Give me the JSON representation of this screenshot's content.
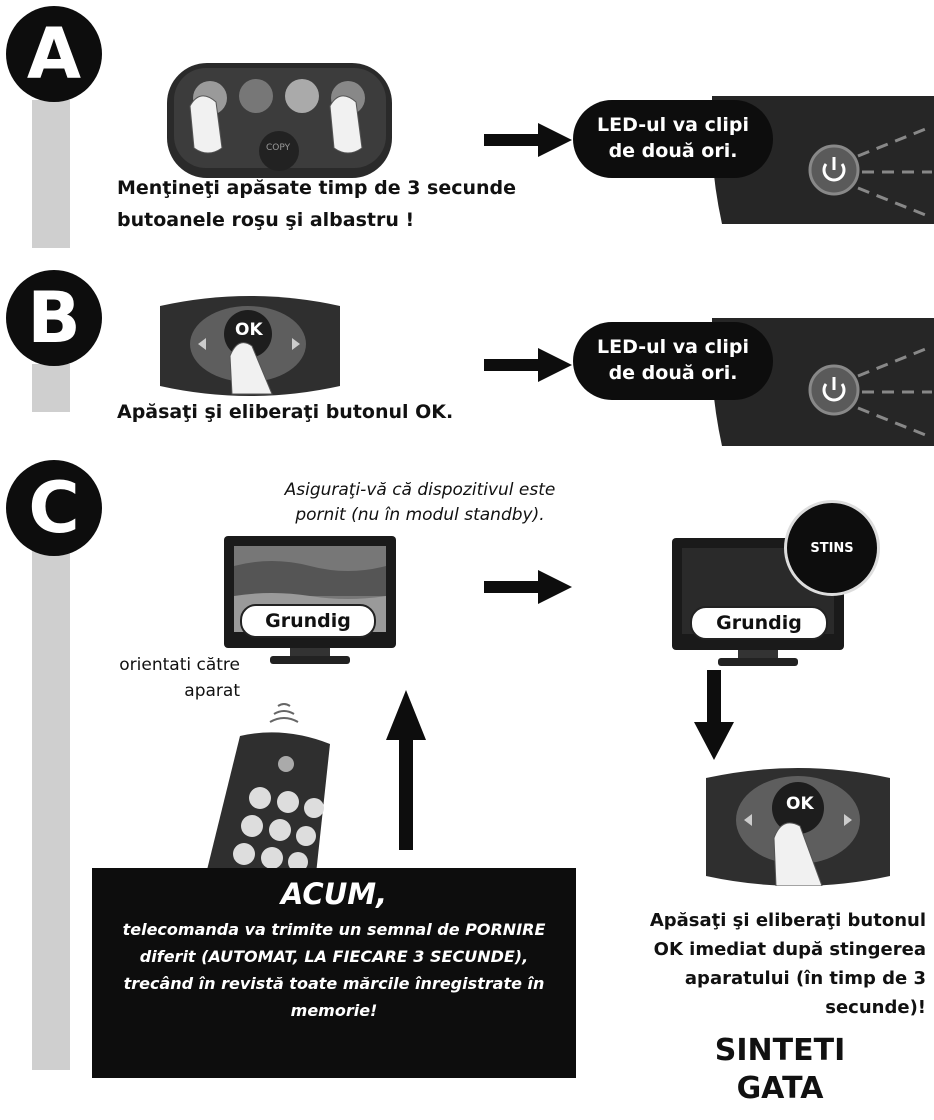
{
  "steps": {
    "a": {
      "letter": "A",
      "instruction": "Menţineţi apăsate timp de 3 secunde butoanele roşu şi albastru !",
      "remote_button_label": "COPY",
      "bubble": "LED-ul va clipi de două ori."
    },
    "b": {
      "letter": "B",
      "instruction": "Apăsaţi şi eliberaţi butonul OK.",
      "ok_label": "OK",
      "bubble": "LED-ul va clipi de două ori."
    },
    "c": {
      "letter": "C",
      "note": "Asiguraţi-vă că dispozitivul este pornit (nu în modul standby).",
      "tv_brand": "Grundig",
      "tv_brand_off": "Grundig",
      "off_badge": "STINS",
      "point_text": "orientati către aparat",
      "now_title": "ACUM,",
      "now_body": "telecomanda va trimite un semnal de PORNIRE diferit (AUTOMAT, LA FIECARE 3 SECUNDE), trecând în revistă toate mărcile înregistrate în memorie!",
      "ok_label": "OK",
      "final_instruction": "Apăsaţi şi eliberaţi butonul OK imediat după stingerea aparatului (în timp de 3 secunde)!",
      "done": "SINTETI GATA"
    }
  },
  "colors": {
    "black": "#0d0d0d",
    "bar": "#cfcfcf"
  }
}
